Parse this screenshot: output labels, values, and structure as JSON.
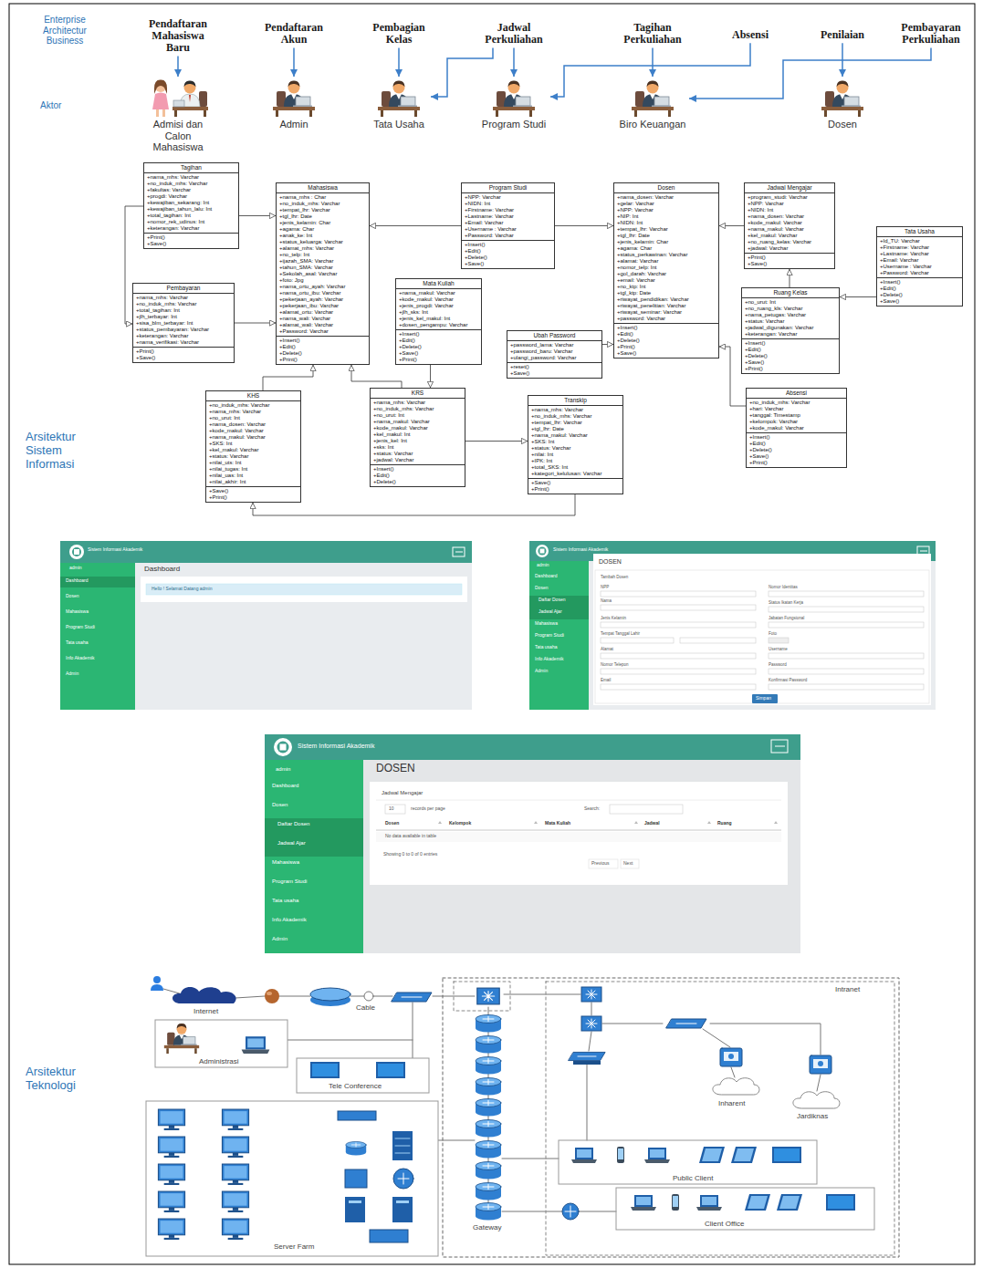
{
  "diagram": {
    "nodes": [
      {
        "text": [
          "Pendaftaran Mahasiswa Baru"
        ]
      },
      {
        "text": [
          "Pendaftaran Akun"
        ]
      },
      {
        "text": [
          "Pembagian Kelas"
        ]
      },
      {
        "text": [
          "Jadwal Perkuliahan"
        ]
      },
      {
        "text": [
          "Tagihan Perkuliahan"
        ]
      },
      {
        "text": [
          "Absensi"
        ]
      },
      {
        "text": [
          "Penilaian"
        ]
      },
      {
        "text": [
          "Pembayaran Perkuliahan"
        ]
      },
      {
        "text": [
          "Admisi dan Calon Mahasiswa"
        ]
      },
      {
        "text": [
          "Admin"
        ]
      },
      {
        "text": [
          "Tata Usaha"
        ]
      },
      {
        "text": [
          "Program Studi"
        ]
      },
      {
        "text": [
          "Biro Keuangan"
        ]
      },
      {
        "text": [
          "Dosen"
        ]
      },
      {
        "text": [
          "Tagihan",
          "+nama_mhs: Varchar",
          "+no_induk_mhs: Varchar",
          "+fakultas: Varchar",
          "+progdi: Varchar",
          "+kewajiban_sekarang: Int",
          "+kewajiban_tahun_lalu: Int",
          "+total_tagihan: Int",
          "+nomor_rek_udinus: Int",
          "+keterangan: Varchar",
          "+Print()",
          "+Save()"
        ]
      },
      {
        "text": [
          "Mahasiswa",
          "+nama_mhs : Char",
          "+no_induk_mhs: Varchar",
          "+tempat_lhr: Varchar",
          "+tgl_lhr: Date",
          "+jenis_kelamin: Char",
          "+agama: Char",
          "+anak_ke: Int",
          "+status_keluarga: Varchar",
          "+alamat_mhs: Varchar",
          "+no_telp: Int",
          "+ijazah_SMA: Varchar",
          "+tahun_SMA: Varchar",
          "+Sekolah_asal: Varchar",
          "+foto: Jpg",
          "+nama_ortu_ayah: Varchar",
          "+nama_ortu_ibu: Varchar",
          "+pekerjaan_ayah: Varchar",
          "+pekerjaan_ibu: Varchar",
          "+alamat_ortu: Varchar",
          "+nama_wali: Varchar",
          "+alamat_wali: Varchar",
          "+Password: Varchar",
          "+Insert()",
          "+Edit()",
          "+Delete()",
          "+Print()"
        ]
      },
      {
        "text": [
          "Program Studi",
          "+NPP: Varchar",
          "+NIDN: Int",
          "+Firstname: Varchar",
          "+Lastname: Varchar",
          "+Email: Varchar",
          "+Username : Varchar",
          "+Password: Varchar",
          "+Insert()",
          "+Edit()",
          "+Delete()",
          "+Save()"
        ]
      },
      {
        "text": [
          "Dosen",
          "+nama_dosen: Varchar",
          "+gelar: Varchar",
          "+NPP: Varchar",
          "+NIP: Int",
          "+NIDN: Int",
          "+tempat_lhr: Varchar",
          "+tgl_lhr: Date",
          "+jenis_kelamin: Char",
          "+agama: Char",
          "+status_perkawinan: Varchar",
          "+alamat: Varchar",
          "+nomor_telp: Int",
          "+gol_darah: Varchar",
          "+email: Varchar",
          "+no_ktp: Int",
          "+tgl_ktp: Date",
          "+riwayat_pendidikan: Varchar",
          "+riwayat_penelitian: Varchar",
          "+riwayat_seminar: Varchar",
          "+password: Varchar",
          "+Insert()",
          "+Edit()",
          "+Delete()",
          "+Print()",
          "+Save()"
        ]
      },
      {
        "text": [
          "Jadwal Mengajar",
          "+program_studi: Varchar",
          "+NPP: Varchar",
          "+NIDN: Int",
          "+nama_dosen: Varchar",
          "+kode_makul: Varchar",
          "+nama_makul: Varchar",
          "+kel_makul: Varchar",
          "+no_ruang_kelas: Varchar",
          "+jadwal: Varchar",
          "+Print()",
          "+Save()"
        ]
      },
      {
        "text": [
          "Tata Usaha",
          "+Id_TU: Varchar",
          "+Firstname: Varchar",
          "+Lastname: Varchar",
          "+Email: Varchar",
          "+Username : Varchar",
          "+Password: Varchar",
          "+Insert()",
          "+Edit()",
          "+Delete()",
          "+Save()"
        ]
      },
      {
        "text": [
          "Pembayaran",
          "+nama_mhs: Varchar",
          "+no_induk_mhs: Varchar",
          "+total_tagihan: Int",
          "+jlh_terbayar: Int",
          "+sisa_blm_terbayar: Int",
          "+status_pembayaran: Varchar",
          "+keterangan: Varchar",
          "+nama_verifikasi: Varchar",
          "+Print()",
          "+Save()"
        ]
      },
      {
        "text": [
          "Mata Kuliah",
          "+nama_makul: Varchar",
          "+kode_makul: Varchar",
          "+jenis_progdi: Varchar",
          "+jlh_sks: Int",
          "+jenis_kel_makul: Int",
          "+dosen_pengampu: Varchar",
          "+Insert()",
          "+Edit()",
          "+Delete()",
          "+Save()",
          "+Print()"
        ]
      },
      {
        "text": [
          "Ruang Kelas",
          "+no_urut: Int",
          "+no_ruang_kls: Varchar",
          "+nama_petugas: Varchar",
          "+status: Varchar",
          "+jadwal_digunakan: Varchar",
          "+keterangan: Varchar",
          "+Insert()",
          "+Edit()",
          "+Delete()",
          "+Save()",
          "+Print()"
        ]
      },
      {
        "text": [
          "Ubah Password",
          "+password_lama: Varchar",
          "+password_baru: Varchar",
          "+ulangi_password: Varchar",
          "+reset()",
          "+Save()"
        ]
      },
      {
        "text": [
          "KHS",
          "+no_induk_mhs: Varchar",
          "+nama_mhs: Varchar",
          "+no_urut: Int",
          "+nama_dosen: Varchar",
          "+kode_makul: Varchar",
          "+nama_makul: Varchar",
          "+SKS: Int",
          "+kel_makul: Varchar",
          "+status: Varchar",
          "+nilai_uts: Int",
          "+nilai_tugas: Int",
          "+nilai_uas: Int",
          "+nilai_akhir: Int",
          "+Save()",
          "+Print()"
        ]
      },
      {
        "text": [
          "KRS",
          "+nama_mhs: Varchar",
          "+no_induk_mhs: Varchar",
          "+no_urut: Int",
          "+nama_makul: Varchar",
          "+kode_makul: Varchar",
          "+kel_makul: Int",
          "+jenis_kel: Int",
          "+sks: Int",
          "+status: Varchar",
          "+jadwal: Varchar",
          "+Insert()",
          "+Edit()",
          "+Delete()"
        ]
      },
      {
        "text": [
          "Transkip",
          "+nama_mhs: Varchar",
          "+no_induk_mhs: Varchar",
          "+tempat_lhr: Varchar",
          "+tgl_lhr: Date",
          "+nama_makul: Varchar",
          "+SKS: Int",
          "+status: Varchar",
          "+nilai: Int",
          "+IPK: Int",
          "+total_SKS: Int",
          "+kategori_kelulusan: Varchar",
          "+Save()",
          "+Print()"
        ]
      },
      {
        "text": [
          "Absensi",
          "+no_induk_mhs: Varchar",
          "+hari: Varchar",
          "+tanggal: Timestamp",
          "+kelompok: Varchar",
          "+kode_makul: Varchar",
          "+Insert()",
          "+Edit()",
          "+Delete()",
          "+Save()",
          "+Print()"
        ]
      }
    ],
    "edges": [
      {
        "from": 0,
        "to": 8,
        "arrow": "to"
      },
      {
        "from": 1,
        "to": 9,
        "arrow": "to"
      },
      {
        "from": 2,
        "to": 10,
        "arrow": "to"
      },
      {
        "from": 3,
        "to": 11,
        "arrow": "to"
      },
      {
        "from": 3,
        "to": 10,
        "arrow": "to"
      },
      {
        "from": 4,
        "to": 12,
        "arrow": "to"
      },
      {
        "from": 5,
        "to": 11,
        "arrow": "to"
      },
      {
        "from": 6,
        "to": 13,
        "arrow": "to"
      },
      {
        "from": 7,
        "to": 12,
        "arrow": "to"
      },
      {
        "from": 14,
        "to": 15,
        "arrow": "to"
      },
      {
        "from": 20,
        "to": 15,
        "arrow": "to"
      },
      {
        "from": 14,
        "to": 20,
        "arrow": "to"
      },
      {
        "from": 24,
        "to": 15,
        "arrow": "to"
      },
      {
        "from": 25,
        "to": 15,
        "arrow": "to"
      },
      {
        "from": 21,
        "to": 25,
        "arrow": "to"
      },
      {
        "from": 16,
        "to": 17,
        "arrow": "to"
      },
      {
        "from": 16,
        "to": 15,
        "arrow": "to"
      },
      {
        "from": 18,
        "to": 17,
        "arrow": "to"
      },
      {
        "from": 22,
        "to": 18,
        "arrow": "to"
      },
      {
        "from": 19,
        "to": 22,
        "arrow": "to"
      },
      {
        "from": 27,
        "to": 17,
        "arrow": "to"
      },
      {
        "from": 26,
        "to": 24,
        "arrow": "to"
      },
      {
        "from": 23,
        "to": 17,
        "arrow": "to"
      },
      {
        "from": 25,
        "to": 26,
        "arrow": "to"
      }
    ],
    "labels": [
      "Enterprise Architectur Business",
      "Aktor",
      "Arsitektur Sistem Informasi",
      "Arsitektur Teknologi",
      "Sistem Informasi Akademik",
      "admin",
      "Dashboard",
      "Dosen",
      "Mahasiswa",
      "Program Studi",
      "Tata usaha",
      "Info Akademik",
      "Admin",
      "Dashboard",
      "Hello ! Selamat Datang admin",
      "Sistem Informasi Akademik",
      "admin",
      "Dashboard",
      "Dosen",
      "Daftar Dosen",
      "Jadwal Ajar",
      "Mahasiswa",
      "Program Studi",
      "Tata usaha",
      "Info Akademik",
      "Admin",
      "DOSEN",
      "Tambah Dosen",
      "NPP",
      "Nama",
      "Jenis Kelamin",
      "Tempat Tanggal Lahir",
      "Alamat",
      "Nomor Telepon",
      "Email",
      "Nomor Identitas",
      "Status Ikatan Kerja",
      "Jabatan Fungsional",
      "Foto",
      "Username",
      "Password",
      "Konfirmasi Password",
      "Simpan",
      "Sistem Informasi Akademik",
      "admin",
      "Dashboard",
      "Dosen",
      "Daftar Dosen",
      "Jadwal Ajar",
      "Mahasiswa",
      "Program Studi",
      "Tata usaha",
      "Info Akademik",
      "Admin",
      "DOSEN",
      "Jadwal Mengajar",
      "10",
      "records per page",
      "Search:",
      "Dosen",
      "Kelompok",
      "Mata Kuliah",
      "Jadwal",
      "Ruang",
      "No data available in table",
      "Showing 0 to 0 of 0 entries",
      "Previous",
      "Next",
      "Internet",
      "Cable",
      "Administrasi",
      "Tele Conference",
      "Server Farm",
      "Gateway",
      "Intranet",
      "Inharent",
      "Jardiknas",
      "Public Client",
      "Client Office"
    ]
  }
}
